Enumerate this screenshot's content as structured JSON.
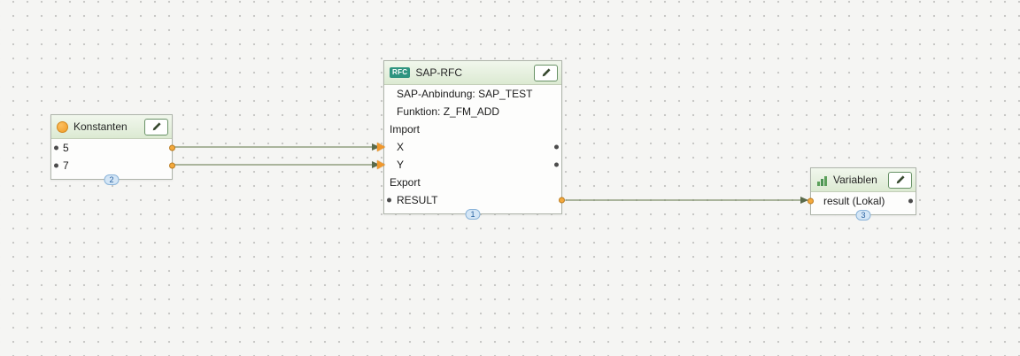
{
  "nodes": {
    "konstanten": {
      "title": "Konstanten",
      "badge": "2",
      "rows": [
        "5",
        "7"
      ]
    },
    "sap_rfc": {
      "title": "SAP-RFC",
      "chip": "RFC",
      "badge": "1",
      "info": [
        "SAP-Anbindung: SAP_TEST",
        "Funktion: Z_FM_ADD"
      ],
      "sections": {
        "import": "Import",
        "export": "Export"
      },
      "inputs": [
        "X",
        "Y"
      ],
      "outputs": [
        "RESULT"
      ]
    },
    "variablen": {
      "title": "Variablen",
      "badge": "3",
      "rows": [
        "result (Lokal)"
      ]
    }
  },
  "connections": [
    {
      "from": "Konstanten:5",
      "to": "SAP-RFC:X"
    },
    {
      "from": "Konstanten:7",
      "to": "SAP-RFC:Y"
    },
    {
      "from": "SAP-RFC:RESULT",
      "to": "Variablen:result (Lokal)"
    }
  ],
  "colors": {
    "connection_line": "#7e8e68",
    "arrowhead": "#5a6a4a",
    "port_orange": "#f4a93c",
    "header_green": "#e4efdc",
    "badge_blue": "#d4e6f6",
    "rfc_chip_teal": "#2e9480"
  }
}
